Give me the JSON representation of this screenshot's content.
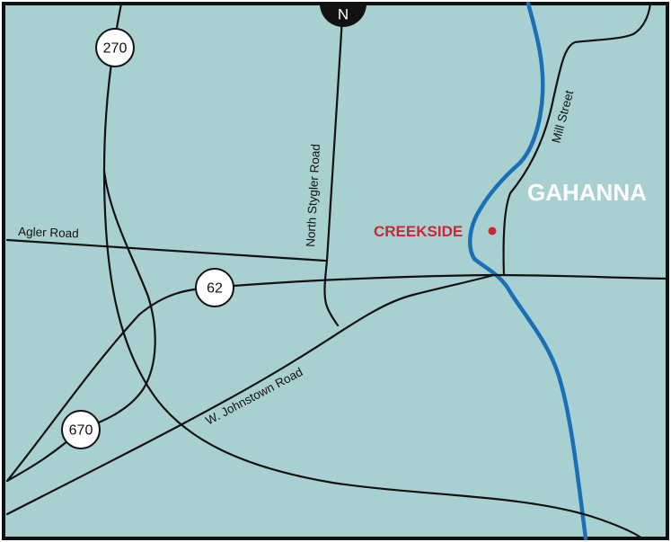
{
  "map": {
    "background_color": "#a8d0d1",
    "road_color": "#111111",
    "river_color": "#1b6fb5",
    "marker_color": "#c8283a",
    "north_label": "N",
    "town_label": "GAHANNA",
    "poi": {
      "label": "CREEKSIDE",
      "color": "#c8283a"
    },
    "roads": {
      "agler": "Agler Road",
      "north_stygler": "North Stygler Road",
      "mill_street": "Mill Street",
      "w_johnstown": "W. Johnstown Road"
    },
    "shields": {
      "i270": "270",
      "us62": "62",
      "i670": "670"
    }
  }
}
